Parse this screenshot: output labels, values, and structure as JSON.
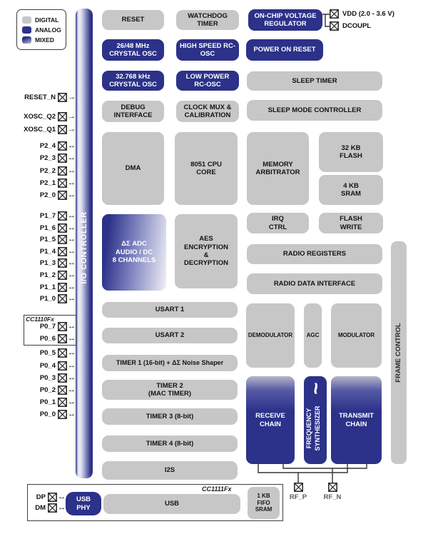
{
  "legend": {
    "items": [
      {
        "label": "DIGITAL",
        "type": "digital"
      },
      {
        "label": "ANALOG",
        "type": "analog"
      },
      {
        "label": "MIXED",
        "type": "mixed"
      }
    ]
  },
  "colors": {
    "digital": "#c7c7c7",
    "analog": "#2c3189",
    "text_on_analog": "#ffffff"
  },
  "vertical_bars": {
    "io_controller": {
      "label": "I/O CONTROLLER",
      "type": "mixed"
    },
    "frame_control": {
      "label": "FRAME CONTROL",
      "type": "digital"
    }
  },
  "boxes": {
    "cc1110": {
      "label": "CC1110Fx"
    },
    "cc1111": {
      "label": "CC1111Fx"
    }
  },
  "icons": {
    "sine_wave": "~",
    "pin": "x-box",
    "bidirectional_arrow": "↔",
    "right_arrow": "→"
  },
  "blocks": {
    "reset": {
      "label": "RESET",
      "type": "digital"
    },
    "watchdog": {
      "label": "WATCHDOG\nTIMER",
      "type": "digital"
    },
    "xosc26": {
      "label": "26/48 MHz\nCRYSTAL OSC",
      "type": "analog"
    },
    "hs_rcosc": {
      "label": "HIGH SPEED RC-\nOSC",
      "type": "analog"
    },
    "xosc32": {
      "label": "32.768 kHz\nCRYSTAL OSC",
      "type": "analog"
    },
    "lp_rcosc": {
      "label": "LOW POWER\nRC-OSC",
      "type": "analog"
    },
    "debug_if": {
      "label": "DEBUG\nINTERFACE",
      "type": "digital"
    },
    "clock_mux": {
      "label": "CLOCK MUX &\nCALIBRATION",
      "type": "digital"
    },
    "ovr": {
      "label": "ON-CHIP VOLTAGE\nREGULATOR",
      "type": "analog"
    },
    "por": {
      "label": "POWER ON RESET",
      "type": "analog"
    },
    "sleep_timer": {
      "label": "SLEEP TIMER",
      "type": "digital"
    },
    "sleep_mode": {
      "label": "SLEEP MODE CONTROLLER",
      "type": "digital"
    },
    "dma": {
      "label": "DMA",
      "type": "digital"
    },
    "cpu": {
      "label": "8051 CPU\nCORE",
      "type": "digital"
    },
    "mem_arb": {
      "label": "MEMORY\nARBITRATOR",
      "type": "digital"
    },
    "flash32": {
      "label": "32 KB\nFLASH",
      "type": "digital"
    },
    "sram4": {
      "label": "4 KB\nSRAM",
      "type": "digital"
    },
    "adc": {
      "label": "ΔΣ ADC\nAUDIO / DC\n8 CHANNELS",
      "type": "mixed"
    },
    "aes": {
      "label": "AES\nENCRYPTION\n&\nDECRYPTION",
      "type": "digital"
    },
    "irq": {
      "label": "IRQ\nCTRL",
      "type": "digital"
    },
    "flash_write": {
      "label": "FLASH\nWRITE",
      "type": "digital"
    },
    "radio_regs": {
      "label": "RADIO REGISTERS",
      "type": "digital"
    },
    "radio_data": {
      "label": "RADIO DATA INTERFACE",
      "type": "digital"
    },
    "usart1": {
      "label": "USART 1",
      "type": "digital"
    },
    "usart2": {
      "label": "USART 2",
      "type": "digital"
    },
    "timer1": {
      "label": "TIMER 1 (16-bit) + ΔΣ Noise Shaper",
      "type": "digital"
    },
    "timer2": {
      "label": "TIMER 2\n(MAC TIMER)",
      "type": "digital"
    },
    "timer3": {
      "label": "TIMER 3 (8-bit)",
      "type": "digital"
    },
    "timer4": {
      "label": "TIMER 4 (8-bit)",
      "type": "digital"
    },
    "i2s": {
      "label": "I2S",
      "type": "digital"
    },
    "demod": {
      "label": "DEMODULATOR",
      "type": "digital"
    },
    "agc": {
      "label": "AGC",
      "type": "digital"
    },
    "mod": {
      "label": "MODULATOR",
      "type": "digital"
    },
    "rx_chain": {
      "label": "RECEIVE\nCHAIN",
      "type": "mixed"
    },
    "freq_synth": {
      "label": "FREQUENCY\nSYNTHESIZER",
      "type": "analog"
    },
    "tx_chain": {
      "label": "TRANSMIT\nCHAIN",
      "type": "mixed"
    },
    "usb_phy": {
      "label": "USB\nPHY",
      "type": "analog"
    },
    "usb": {
      "label": "USB",
      "type": "digital"
    },
    "fifo": {
      "label": "1 KB\nFIFO\nSRAM",
      "type": "digital"
    }
  },
  "pins": {
    "left_top": [
      {
        "label": "RESET_N",
        "arrow": "→"
      },
      {
        "label": "XOSC_Q2",
        "arrow": "→"
      },
      {
        "label": "XOSC_Q1",
        "arrow": "→"
      }
    ],
    "p2": [
      {
        "label": "P2_4",
        "arrow": "↔"
      },
      {
        "label": "P2_3",
        "arrow": "↔"
      },
      {
        "label": "P2_2",
        "arrow": "↔"
      },
      {
        "label": "P2_1",
        "arrow": "↔"
      },
      {
        "label": "P2_0",
        "arrow": "↔"
      }
    ],
    "p1": [
      {
        "label": "P1_7",
        "arrow": "↔"
      },
      {
        "label": "P1_6",
        "arrow": "↔"
      },
      {
        "label": "P1_5",
        "arrow": "↔"
      },
      {
        "label": "P1_4",
        "arrow": "↔"
      },
      {
        "label": "P1_3",
        "arrow": "↔"
      },
      {
        "label": "P1_2",
        "arrow": "↔"
      },
      {
        "label": "P1_1",
        "arrow": "↔"
      },
      {
        "label": "P1_0",
        "arrow": "↔"
      }
    ],
    "p0_boxed": [
      {
        "label": "P0_7",
        "arrow": "↔"
      },
      {
        "label": "P0_6",
        "arrow": "↔"
      }
    ],
    "p0": [
      {
        "label": "P0_5",
        "arrow": "↔"
      },
      {
        "label": "P0_4",
        "arrow": "↔"
      },
      {
        "label": "P0_3",
        "arrow": "↔"
      },
      {
        "label": "P0_2",
        "arrow": "↔"
      },
      {
        "label": "P0_1",
        "arrow": "↔"
      },
      {
        "label": "P0_0",
        "arrow": "↔"
      }
    ],
    "usb": [
      {
        "label": "DP",
        "arrow": "↔"
      },
      {
        "label": "DM",
        "arrow": "↔"
      }
    ],
    "power": [
      {
        "label": "VDD (2.0 - 3.6 V)"
      },
      {
        "label": "DCOUPL"
      }
    ],
    "rf": [
      {
        "label": "RF_P"
      },
      {
        "label": "RF_N"
      }
    ]
  }
}
